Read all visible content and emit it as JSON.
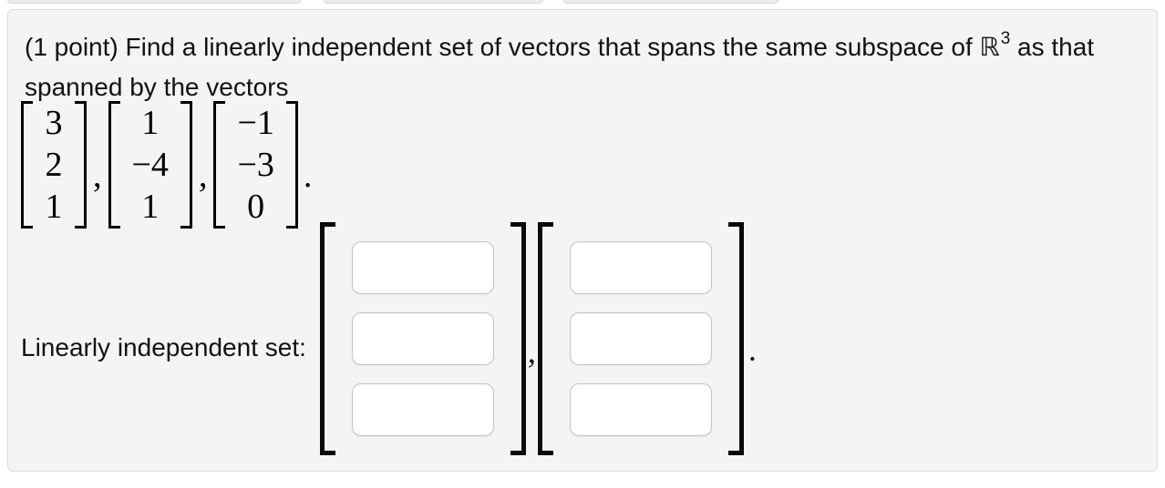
{
  "panel": {
    "background": "#f4f4f5",
    "border_color": "#dcdcdc"
  },
  "problem": {
    "prompt_prefix": "(1 point) Find a linearly independent set of vectors that spans the same subspace of ",
    "space_symbol": "ℝ",
    "space_exponent": "3",
    "prompt_suffix": " as that",
    "prompt_line2": "spanned by the vectors",
    "given_vectors": [
      {
        "entries": [
          "3",
          "2",
          "1"
        ]
      },
      {
        "entries": [
          "1",
          "−4",
          "1"
        ]
      },
      {
        "entries": [
          "−1",
          "−3",
          "0"
        ]
      }
    ],
    "comma": ",",
    "period": "."
  },
  "answer": {
    "label": "Linearly independent set:",
    "comma": ",",
    "period": ".",
    "vectors": [
      {
        "entries": [
          "",
          "",
          ""
        ]
      },
      {
        "entries": [
          "",
          "",
          ""
        ]
      }
    ]
  }
}
